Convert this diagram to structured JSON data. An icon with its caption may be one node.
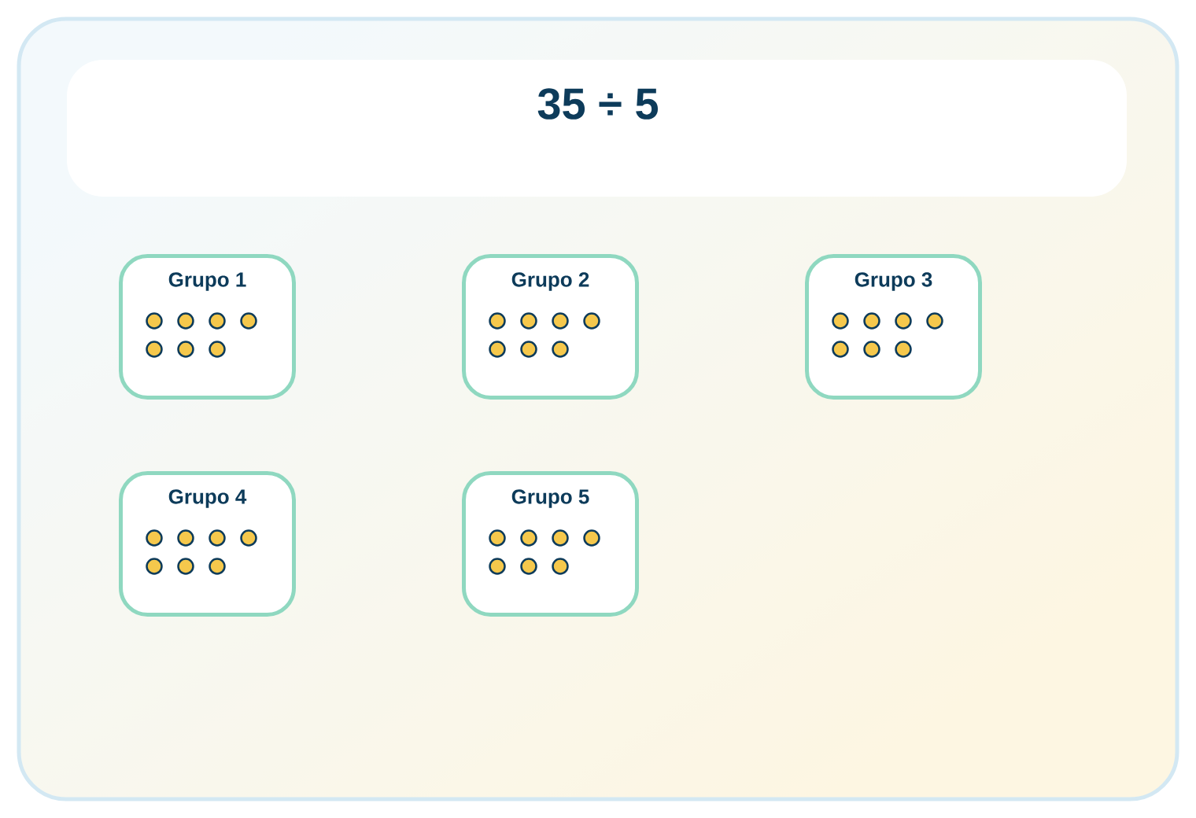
{
  "diagram": {
    "title": "35 ÷ 5",
    "nodes": [
      {
        "text": [
          "Grupo 1"
        ]
      },
      {
        "text": [],
        "shape": "circle",
        "in": 0
      },
      {
        "text": [],
        "shape": "circle",
        "in": 0
      },
      {
        "text": [],
        "shape": "circle",
        "in": 0
      },
      {
        "text": [],
        "shape": "circle",
        "in": 0
      },
      {
        "text": [],
        "shape": "circle",
        "in": 0
      },
      {
        "text": [],
        "shape": "circle",
        "in": 0
      },
      {
        "text": [],
        "shape": "circle",
        "in": 0
      },
      {
        "text": [
          "Grupo 2"
        ]
      },
      {
        "text": [],
        "shape": "circle",
        "in": 8
      },
      {
        "text": [],
        "shape": "circle",
        "in": 8
      },
      {
        "text": [],
        "shape": "circle",
        "in": 8
      },
      {
        "text": [],
        "shape": "circle",
        "in": 8
      },
      {
        "text": [],
        "shape": "circle",
        "in": 8
      },
      {
        "text": [],
        "shape": "circle",
        "in": 8
      },
      {
        "text": [],
        "shape": "circle",
        "in": 8
      },
      {
        "text": [
          "Grupo 3"
        ]
      },
      {
        "text": [],
        "shape": "circle",
        "in": 16
      },
      {
        "text": [],
        "shape": "circle",
        "in": 16
      },
      {
        "text": [],
        "shape": "circle",
        "in": 16
      },
      {
        "text": [],
        "shape": "circle",
        "in": 16
      },
      {
        "text": [],
        "shape": "circle",
        "in": 16
      },
      {
        "text": [],
        "shape": "circle",
        "in": 16
      },
      {
        "text": [],
        "shape": "circle",
        "in": 16
      },
      {
        "text": [
          "Grupo 4"
        ]
      },
      {
        "text": [],
        "shape": "circle",
        "in": 24
      },
      {
        "text": [],
        "shape": "circle",
        "in": 24
      },
      {
        "text": [],
        "shape": "circle",
        "in": 24
      },
      {
        "text": [],
        "shape": "circle",
        "in": 24
      },
      {
        "text": [],
        "shape": "circle",
        "in": 24
      },
      {
        "text": [],
        "shape": "circle",
        "in": 24
      },
      {
        "text": [],
        "shape": "circle",
        "in": 24
      },
      {
        "text": [
          "Grupo 5"
        ]
      },
      {
        "text": [],
        "shape": "circle",
        "in": 32
      },
      {
        "text": [],
        "shape": "circle",
        "in": 32
      },
      {
        "text": [],
        "shape": "circle",
        "in": 32
      },
      {
        "text": [],
        "shape": "circle",
        "in": 32
      },
      {
        "text": [],
        "shape": "circle",
        "in": 32
      },
      {
        "text": [],
        "shape": "circle",
        "in": 32
      },
      {
        "text": [],
        "shape": "circle",
        "in": 32
      }
    ]
  }
}
